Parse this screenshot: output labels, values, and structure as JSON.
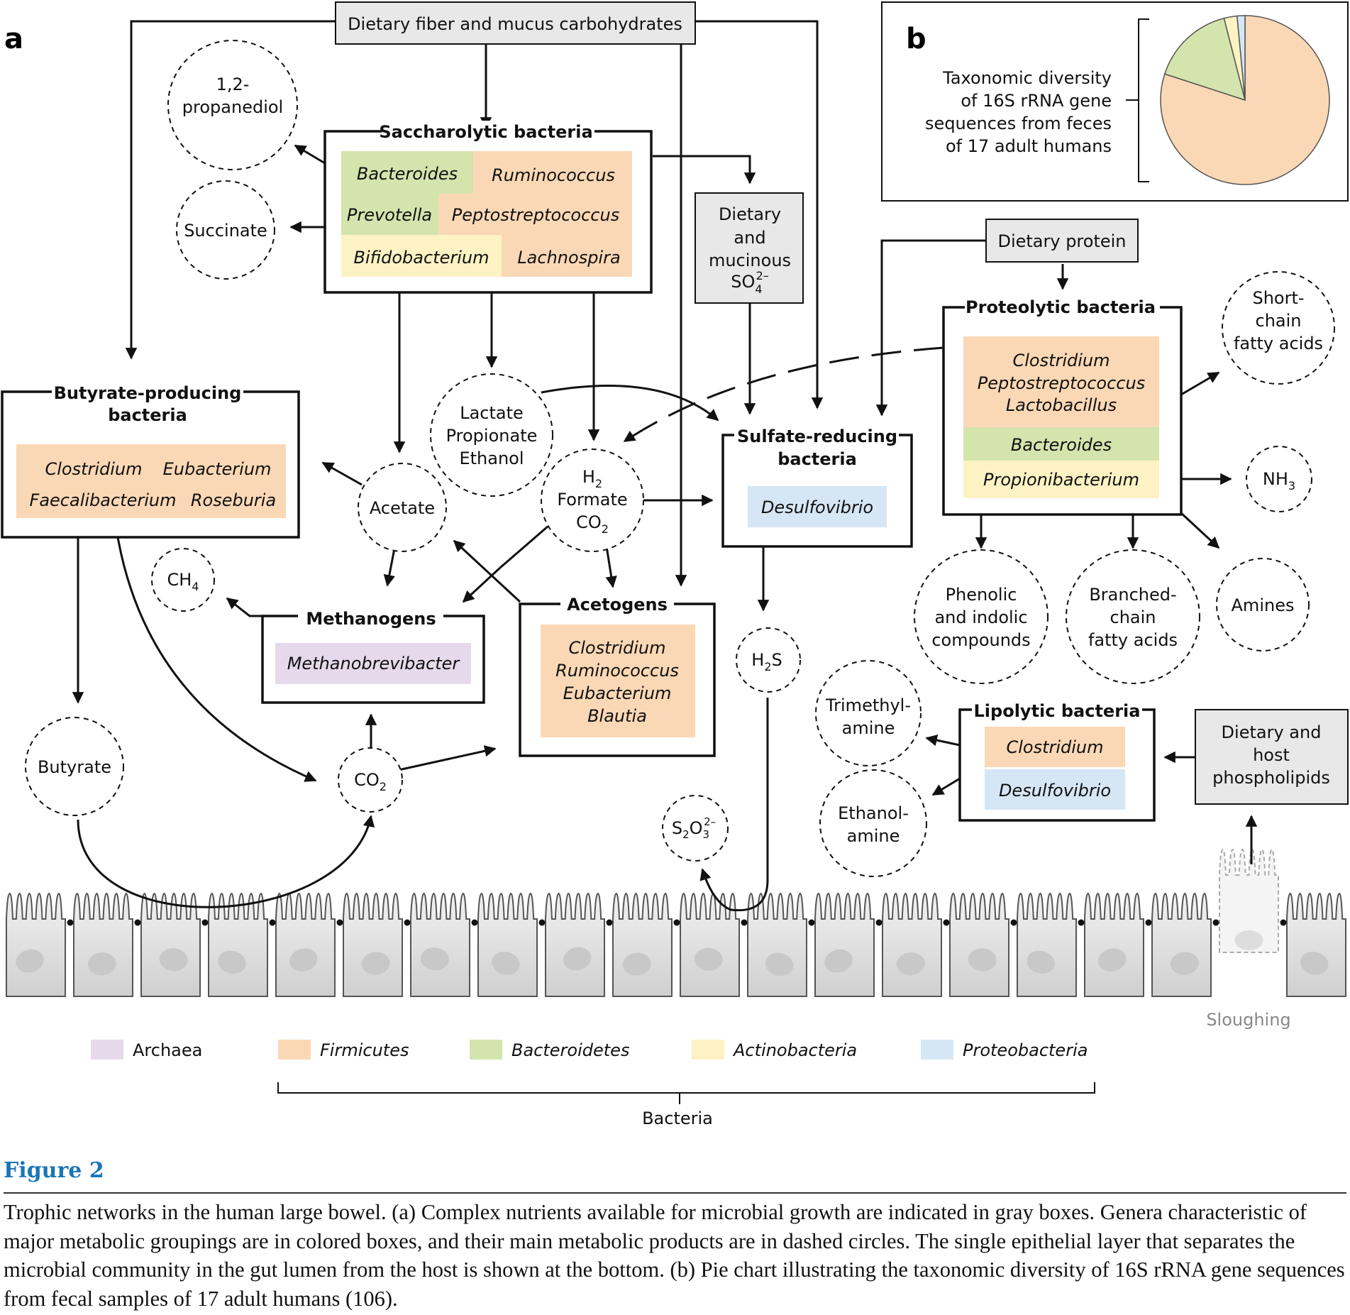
{
  "panel_labels": {
    "a": "a",
    "b": "b"
  },
  "nutrients": {
    "dietary_fiber": "Dietary fiber and mucus carbohydrates",
    "dietary_sulfate": [
      "Dietary",
      "and",
      "mucinous"
    ],
    "dietary_sulfate_formula": {
      "base": "SO",
      "sub": "4",
      "sup": "2–"
    },
    "dietary_protein": "Dietary protein",
    "phospholipids": [
      "Dietary and",
      "host",
      "phospholipids"
    ]
  },
  "groups": {
    "saccharolytic": {
      "title": "Saccharolytic bacteria",
      "genera": [
        "Bacteroides",
        "Ruminococcus",
        "Prevotella",
        "Peptostreptococcus",
        "Bifidobacterium",
        "Lachnospira"
      ]
    },
    "butyrate": {
      "title": [
        "Butyrate-producing",
        "bacteria"
      ],
      "genera": [
        "Clostridium",
        "Eubacterium",
        "Faecalibacterium",
        "Roseburia"
      ]
    },
    "methanogens": {
      "title": "Methanogens",
      "genera": [
        "Methanobrevibacter"
      ]
    },
    "acetogens": {
      "title": "Acetogens",
      "genera": [
        "Clostridium",
        "Ruminococcus",
        "Eubacterium",
        "Blautia"
      ]
    },
    "sulfate_reducing": {
      "title": [
        "Sulfate-reducing",
        "bacteria"
      ],
      "genera": [
        "Desulfovibrio"
      ]
    },
    "proteolytic": {
      "title": "Proteolytic bacteria",
      "genera": [
        "Clostridium",
        "Peptostreptococcus",
        "Lactobacillus",
        "Bacteroides",
        "Propionibacterium"
      ]
    },
    "lipolytic": {
      "title": "Lipolytic  bacteria",
      "genera": [
        "Clostridium",
        "Desulfovibrio"
      ]
    }
  },
  "products": {
    "propanediol": [
      "1,2-",
      "propanediol"
    ],
    "succinate": "Succinate",
    "lactate": [
      "Lactate",
      "Propionate",
      "Ethanol"
    ],
    "acetate": "Acetate",
    "h2_formate_co2": [
      "H",
      "2",
      "Formate",
      "CO",
      "2"
    ],
    "ch4": [
      "CH",
      "4"
    ],
    "butyrate": "Butyrate",
    "co2": [
      "CO",
      "2"
    ],
    "h2s": [
      "H",
      "2",
      "S"
    ],
    "thiosulfate": {
      "a": "S",
      "b": "2",
      "c": "O",
      "sub": "3",
      "sup": "2–"
    },
    "scfa": [
      "Short-",
      "chain",
      "fatty acids"
    ],
    "nh3": [
      "NH",
      "3"
    ],
    "phenolic": [
      "Phenolic",
      "and indolic",
      "compounds"
    ],
    "branched": [
      "Branched-",
      "chain",
      "fatty acids"
    ],
    "amines": "Amines",
    "trimethylamine": [
      "Trimethyl-",
      "amine"
    ],
    "ethanolamine": [
      "Ethanol-",
      "amine"
    ]
  },
  "epithelium": {
    "sloughing": "Sloughing"
  },
  "legend": {
    "items": [
      {
        "label": "Archaea",
        "color": "#e6d9eb",
        "italic": false
      },
      {
        "label": "Firmicutes",
        "color": "#fbd8b5",
        "italic": true
      },
      {
        "label": "Bacteroidetes",
        "color": "#d3e4ad",
        "italic": true
      },
      {
        "label": "Actinobacteria",
        "color": "#fdf2c3",
        "italic": true
      },
      {
        "label": "Proteobacteria",
        "color": "#d6e6f5",
        "italic": true
      }
    ],
    "bacteria_label": "Bacteria"
  },
  "panel_b": {
    "text": [
      "Taxonomic diversity",
      "of 16S rRNA gene",
      "sequences from feces",
      "of 17 adult humans"
    ]
  },
  "chart_data": {
    "type": "pie",
    "categories": [
      "Firmicutes",
      "Bacteroidetes",
      "Actinobacteria",
      "Proteobacteria"
    ],
    "values": [
      80,
      16,
      2.5,
      1.5
    ],
    "colors": [
      "#fbd8b5",
      "#d3e4ad",
      "#fdf2c3",
      "#d6e6f5"
    ]
  },
  "colors": {
    "archaea": "#e6d9eb",
    "firmicutes": "#fbd8b5",
    "bacteroidetes": "#d3e4ad",
    "actinobacteria": "#fdf2c3",
    "proteobacteria": "#d6e6f5",
    "nutrient_box": "#e8e8e8",
    "caption_title": "#1a75b8"
  },
  "caption": {
    "title": "Figure 2",
    "text": "Trophic networks in the human large bowel. (a) Complex nutrients available for microbial growth are indicated in gray boxes. Genera characteristic of major metabolic groupings are in colored boxes, and their main metabolic products are in dashed circles. The single epithelial layer that separates the microbial community in the gut lumen from the host is shown at the bottom. (b) Pie chart illustrating the taxonomic diversity of 16S rRNA gene sequences from fecal samples of 17 adult humans (106)."
  }
}
